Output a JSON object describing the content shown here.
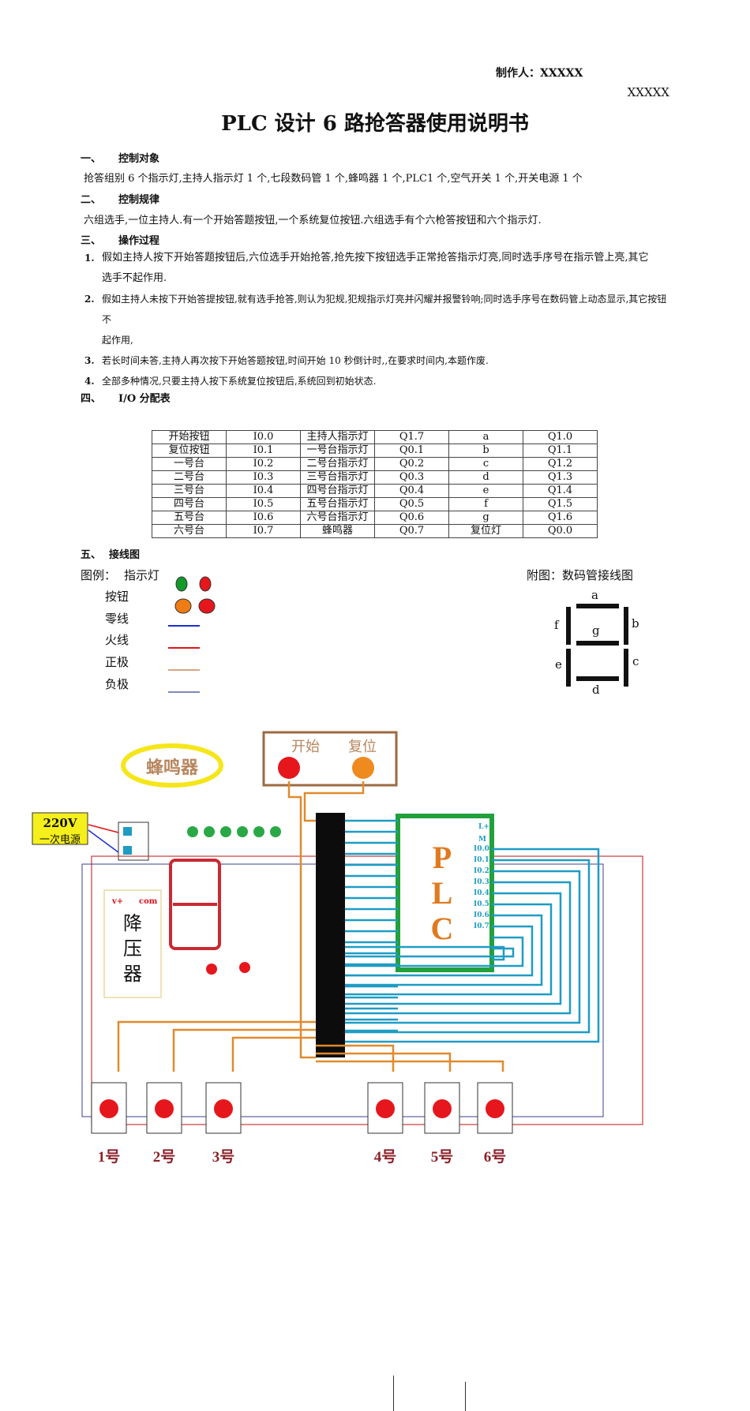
{
  "header": {
    "maker": "制作人：XXXXX",
    "maker_right": "XXXXX",
    "title": "PLC 设计 6 路抢答器使用说明书"
  },
  "sections": [
    {
      "num": "一、",
      "title": "控制对象",
      "body": "抢答组别 6 个指示灯,主持人指示灯 1 个,七段数码管 1 个,蜂鸣器 1 个,PLC1 个,空气开关 1 个,开关电源 1 个"
    },
    {
      "num": "二、",
      "title": "控制规律",
      "body": "六组选手,一位主持人.有一个开始答题按钮,一个系统复位按钮.六组选手有个六枪答按钮和六个指示灯."
    },
    {
      "num": "三、",
      "title": "操作过程"
    },
    {
      "num": "四、",
      "title": "I/O 分配表"
    },
    {
      "num": "五、",
      "title": "接线图"
    }
  ],
  "steps": [
    {
      "n": "1.",
      "line1": "假如主持人按下开始答题按钮后,六位选手开始抢答,抢先按下按钮选手正常抢答指示灯亮,同时选手序号在指示管上亮,其它",
      "line2": "选手不起作用."
    },
    {
      "n": "2.",
      "line1": "假如主持人未按下开始答提按钮,就有选手抢答,则认为犯规,犯规指示灯亮并闪耀并报警铃响;同时选手序号在数码管上动态显示,其它按钮不",
      "line2": "起作用,"
    },
    {
      "n": "3.",
      "line1": "若长时间未答,主持人再次按下开始答题按钮,时间开始 10 秒倒计时,,在要求时间内,本题作废."
    },
    {
      "n": "4.",
      "line1": "全部多种情况,只要主持人按下系统复位按钮后,系统回到初始状态."
    }
  ],
  "io_table": [
    [
      "开始按钮",
      "I0.0",
      "主持人指示灯",
      "Q1.7",
      "a",
      "Q1.0"
    ],
    [
      "复位按钮",
      "I0.1",
      "一号台指示灯",
      "Q0.1",
      "b",
      "Q1.1"
    ],
    [
      "一号台",
      "I0.2",
      "二号台指示灯",
      "Q0.2",
      "c",
      "Q1.2"
    ],
    [
      "二号台",
      "I0.3",
      "三号台指示灯",
      "Q0.3",
      "d",
      "Q1.3"
    ],
    [
      "三号台",
      "I0.4",
      "四号台指示灯",
      "Q0.4",
      "e",
      "Q1.4"
    ],
    [
      "四号台",
      "I0.5",
      "五号台指示灯",
      "Q0.5",
      "f",
      "Q1.5"
    ],
    [
      "五号台",
      "I0.6",
      "六号台指示灯",
      "Q0.6",
      "g",
      "Q1.6"
    ],
    [
      "六号台",
      "I0.7",
      "蜂鸣器",
      "Q0.7",
      "复位灯",
      "Q0.0"
    ]
  ],
  "legend": {
    "title": "图例：",
    "indicator": "指示灯",
    "button": "按钮",
    "neutral": "零线",
    "live": "火线",
    "positive": "正极",
    "negative": "负极",
    "seg_title": "附图：数码管接线图"
  },
  "segments": {
    "a": "a",
    "b": "b",
    "c": "c",
    "d": "d",
    "e": "e",
    "f": "f",
    "g": "g"
  },
  "diagram": {
    "buzzer": "蜂鸣器",
    "start": "开始",
    "reset": "复位",
    "power": "220V",
    "power2": "一次电源",
    "transformer": "降压器",
    "vplus": "v+",
    "com": "com",
    "plc": "PLC",
    "plc_lplus": "L+",
    "plc_m": "M",
    "plc_inputs": [
      "I0.0",
      "I0.1",
      "I0.2",
      "I0.3",
      "I0.4",
      "I0.5",
      "I0.6",
      "I0.7"
    ],
    "stations": [
      "1号",
      "2号",
      "3号",
      "4号",
      "5号",
      "6号"
    ],
    "colors": {
      "neutral": "#1a2fd1",
      "live": "#e0141a",
      "positive": "#c9875a",
      "negative": "#3b3f8f",
      "plc_border": "#21a03c",
      "plc_text": "#e07a1f",
      "wire_blue": "#1e9cc4",
      "wire_orange": "#e08a2c"
    }
  }
}
